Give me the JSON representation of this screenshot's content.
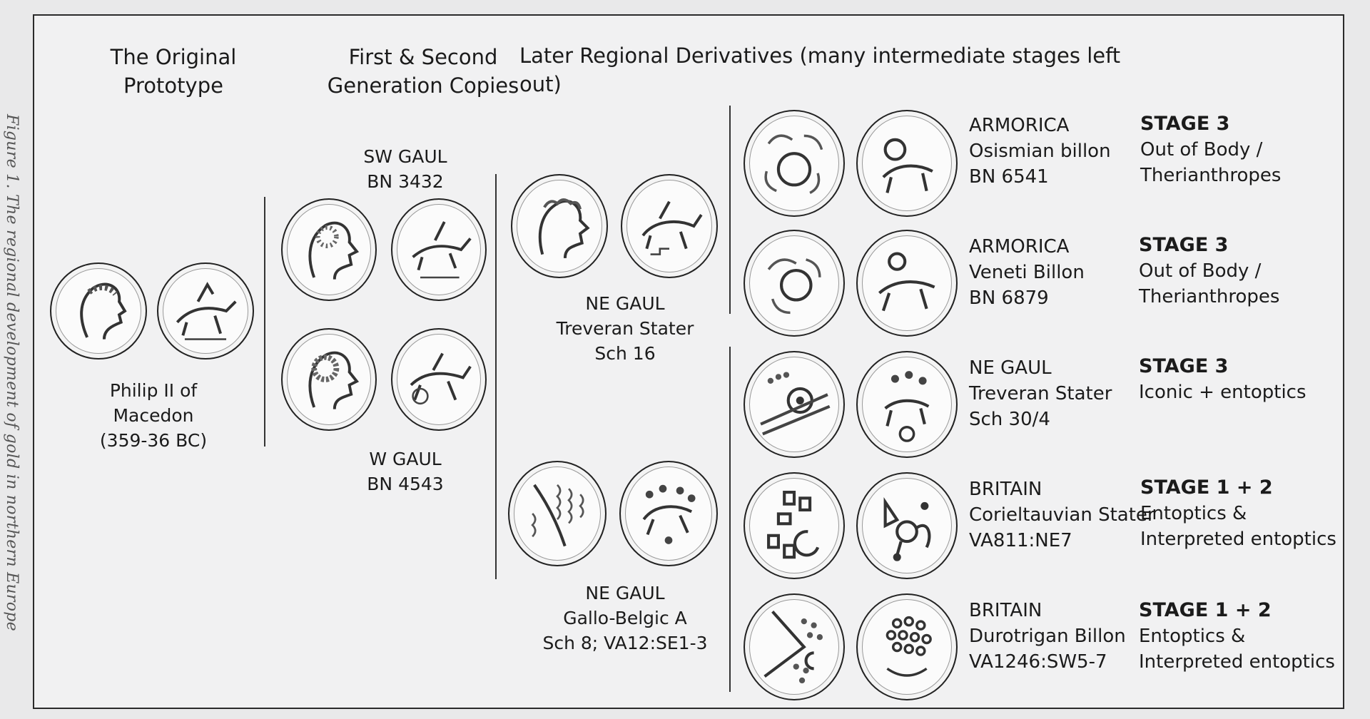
{
  "caption": "Figure 1. The regional development of gold in northern Europe",
  "headers": {
    "original": [
      "The Original",
      "Prototype"
    ],
    "copies": [
      "First & Second",
      "Generation Copies"
    ],
    "later": "Later Regional Derivatives (many intermediate stages left out)"
  },
  "prototype": {
    "label": [
      "Philip II of",
      "Macedon",
      "(359-36 BC)"
    ],
    "coins": [
      {
        "side": "obverse",
        "icon": "head-profile"
      },
      {
        "side": "reverse",
        "icon": "chariot"
      }
    ]
  },
  "copies": [
    {
      "label": [
        "SW GAUL",
        "BN 3432"
      ],
      "coins": [
        {
          "icon": "head-profile"
        },
        {
          "icon": "chariot"
        }
      ]
    },
    {
      "label": [
        "W GAUL",
        "BN 4543"
      ],
      "coins": [
        {
          "icon": "head-profile"
        },
        {
          "icon": "chariot"
        }
      ]
    }
  ],
  "derivatives_mid": [
    {
      "label": [
        "NE GAUL",
        "Treveran Stater",
        "Sch 16"
      ],
      "coins": [
        {
          "icon": "head-profile"
        },
        {
          "icon": "horse"
        }
      ]
    },
    {
      "label": [
        "NE GAUL",
        "Gallo-Belgic A",
        "Sch 8; VA12:SE1-3"
      ],
      "coins": [
        {
          "icon": "abstract-head"
        },
        {
          "icon": "horse"
        }
      ]
    }
  ],
  "rows": [
    {
      "region": "ARMORICA",
      "name": "Osismian billon",
      "ref": "BN 6541",
      "stage": "STAGE 3",
      "desc": [
        "Out of Body /",
        "Therianthropes"
      ]
    },
    {
      "region": "ARMORICA",
      "name": "Veneti Billon",
      "ref": "BN 6879",
      "stage": "STAGE 3",
      "desc": [
        "Out of Body /",
        "Therianthropes"
      ]
    },
    {
      "region": "NE GAUL",
      "name": "Treveran Stater",
      "ref": "Sch 30/4",
      "stage": "STAGE 3",
      "desc": [
        "Iconic + entoptics",
        ""
      ]
    },
    {
      "region": "BRITAIN",
      "name": "Corieltauvian Stater",
      "ref": "VA811:NE7",
      "stage": "STAGE 1 + 2",
      "desc": [
        "Entoptics &",
        "Interpreted entoptics"
      ]
    },
    {
      "region": "BRITAIN",
      "name": "Durotrigan Billon",
      "ref": "VA1246:SW5-7",
      "stage": "STAGE 1 + 2",
      "desc": [
        "Entoptics &",
        "Interpreted entoptics"
      ]
    }
  ]
}
